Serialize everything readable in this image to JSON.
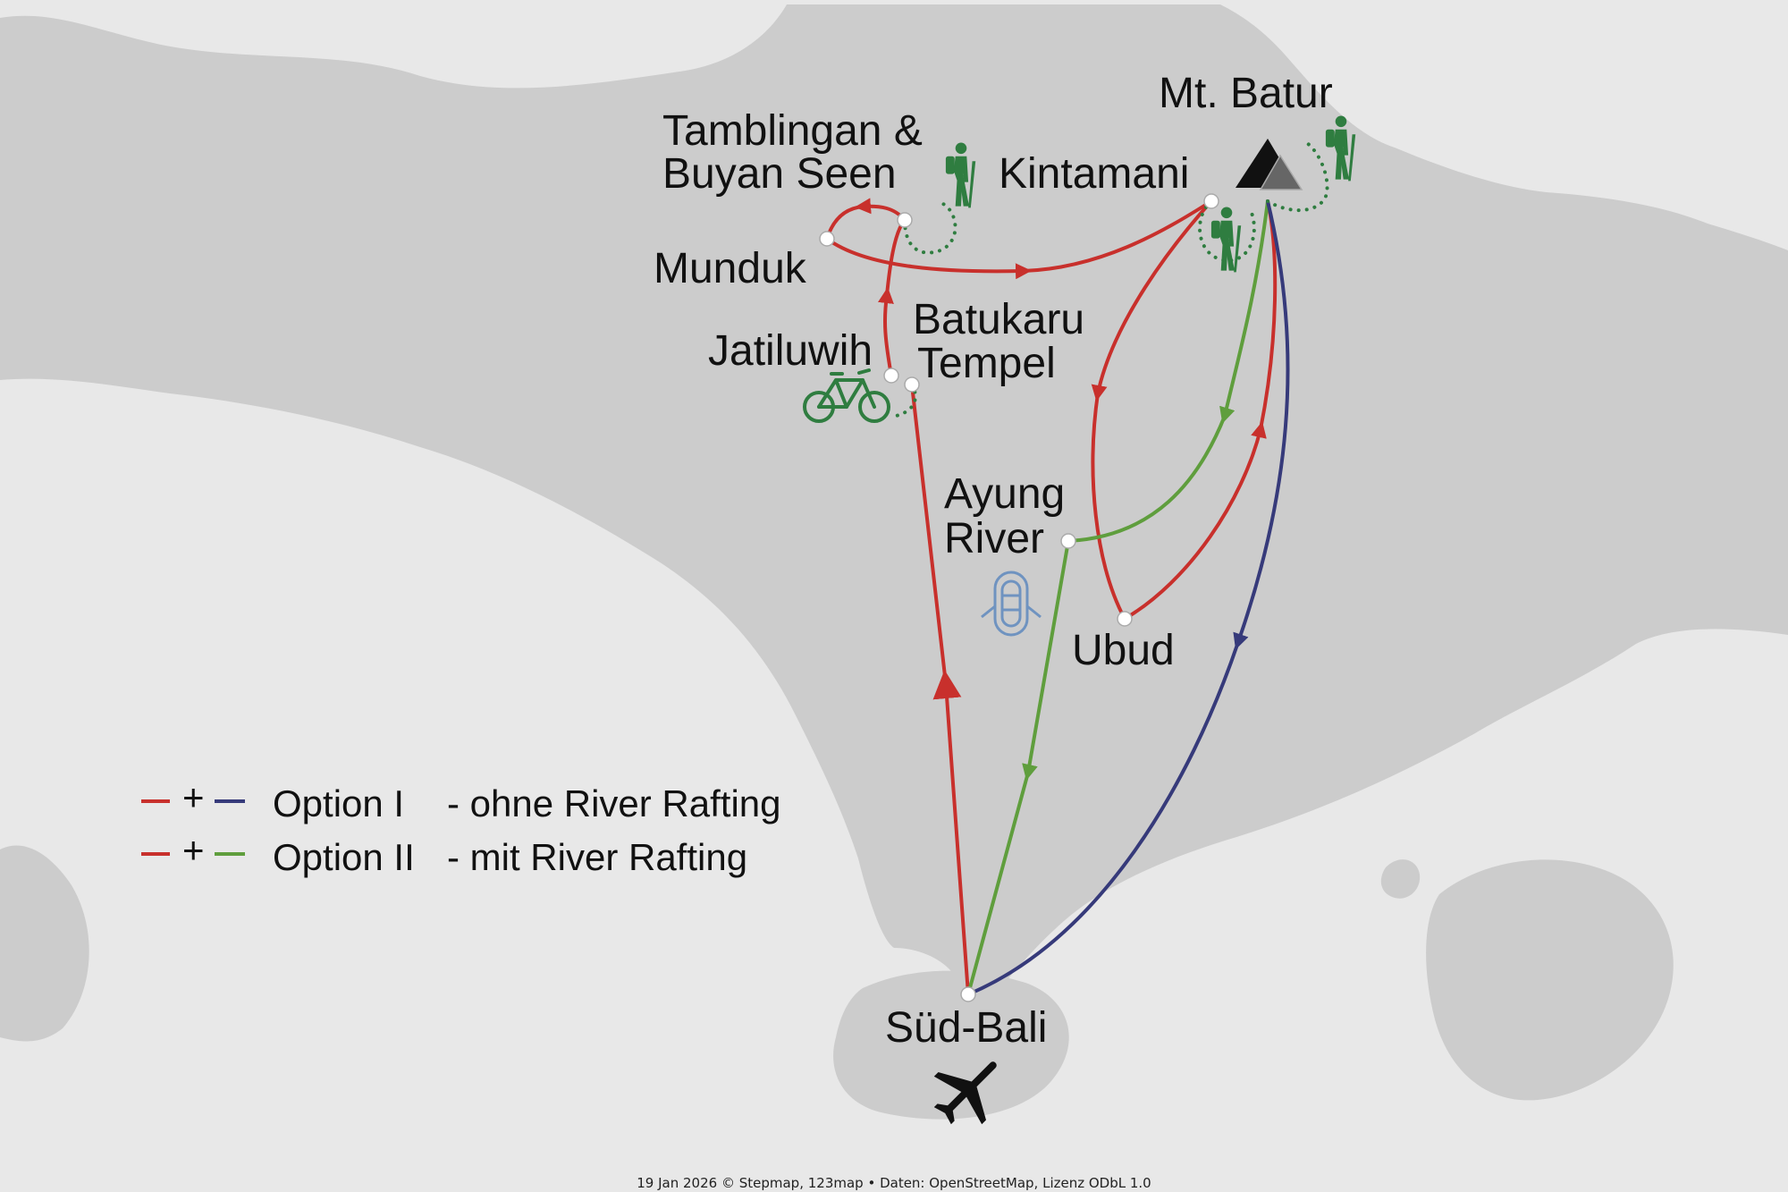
{
  "colors": {
    "sea": "#e8e8e8",
    "land": "#cccccc",
    "red_route": "#c8302c",
    "blue_route": "#363a7a",
    "green_route": "#5f9e3d",
    "activity_green": "#2f7d40",
    "raft_blue": "#6f93c0",
    "stop": "#ffffff"
  },
  "places": {
    "mt_batur": "Mt. Batur",
    "tamblingan_line1": "Tamblingan &",
    "tamblingan_line2": "Buyan Seen",
    "kintamani": "Kintamani",
    "munduk": "Munduk",
    "batukaru_line1": "Batukaru",
    "batukaru_line2": "Tempel",
    "jatiluwih": "Jatiluwih",
    "ayung_line1": "Ayung",
    "ayung_line2": "River",
    "ubud": "Ubud",
    "sued_bali": "Süd-Bali"
  },
  "icons": {
    "hiker": "hiker-icon",
    "bicycle": "bicycle-icon",
    "raft": "raft-icon",
    "mountain": "mountain-icon",
    "airplane": "airplane-icon"
  },
  "legend": {
    "items": [
      {
        "plus": "+",
        "option": "Option I",
        "description": "- ohne River Rafting",
        "colors": [
          "red_route",
          "blue_route"
        ]
      },
      {
        "plus": "+",
        "option": "Option II",
        "description": "- mit River Rafting",
        "colors": [
          "red_route",
          "green_route"
        ]
      }
    ]
  },
  "footer": {
    "credit": "19 Jan 2026 © Stepmap, 123map • Daten: OpenStreetMap, Lizenz ODbL 1.0"
  }
}
